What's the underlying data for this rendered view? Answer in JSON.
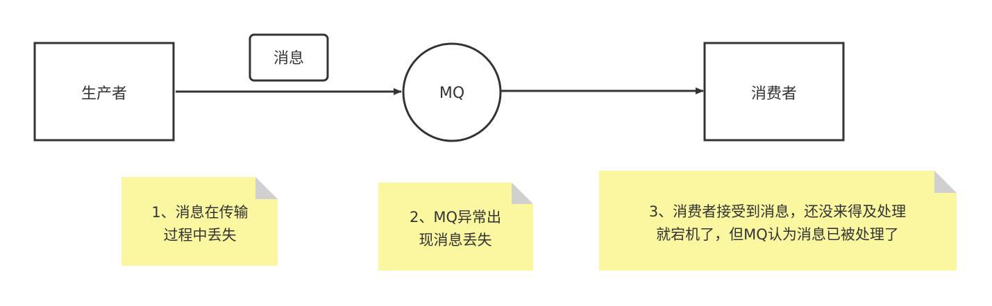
{
  "nodes": {
    "producer": "生产者",
    "mq": "MQ",
    "consumer": "消费者",
    "message": "消息"
  },
  "notes": {
    "note1": [
      "1、消息在传输",
      "过程中丢失"
    ],
    "note2": [
      "2、MQ异常出",
      "现消息丢失"
    ],
    "note3": [
      "3、消费者接受到消息，还没来得及处理",
      "就宕机了，但MQ认为消息已被处理了"
    ]
  },
  "colors": {
    "stroke": "#333333",
    "note_fill": "#fbf7a0",
    "note_fold": "#d0d0d0",
    "text": "#333333"
  }
}
